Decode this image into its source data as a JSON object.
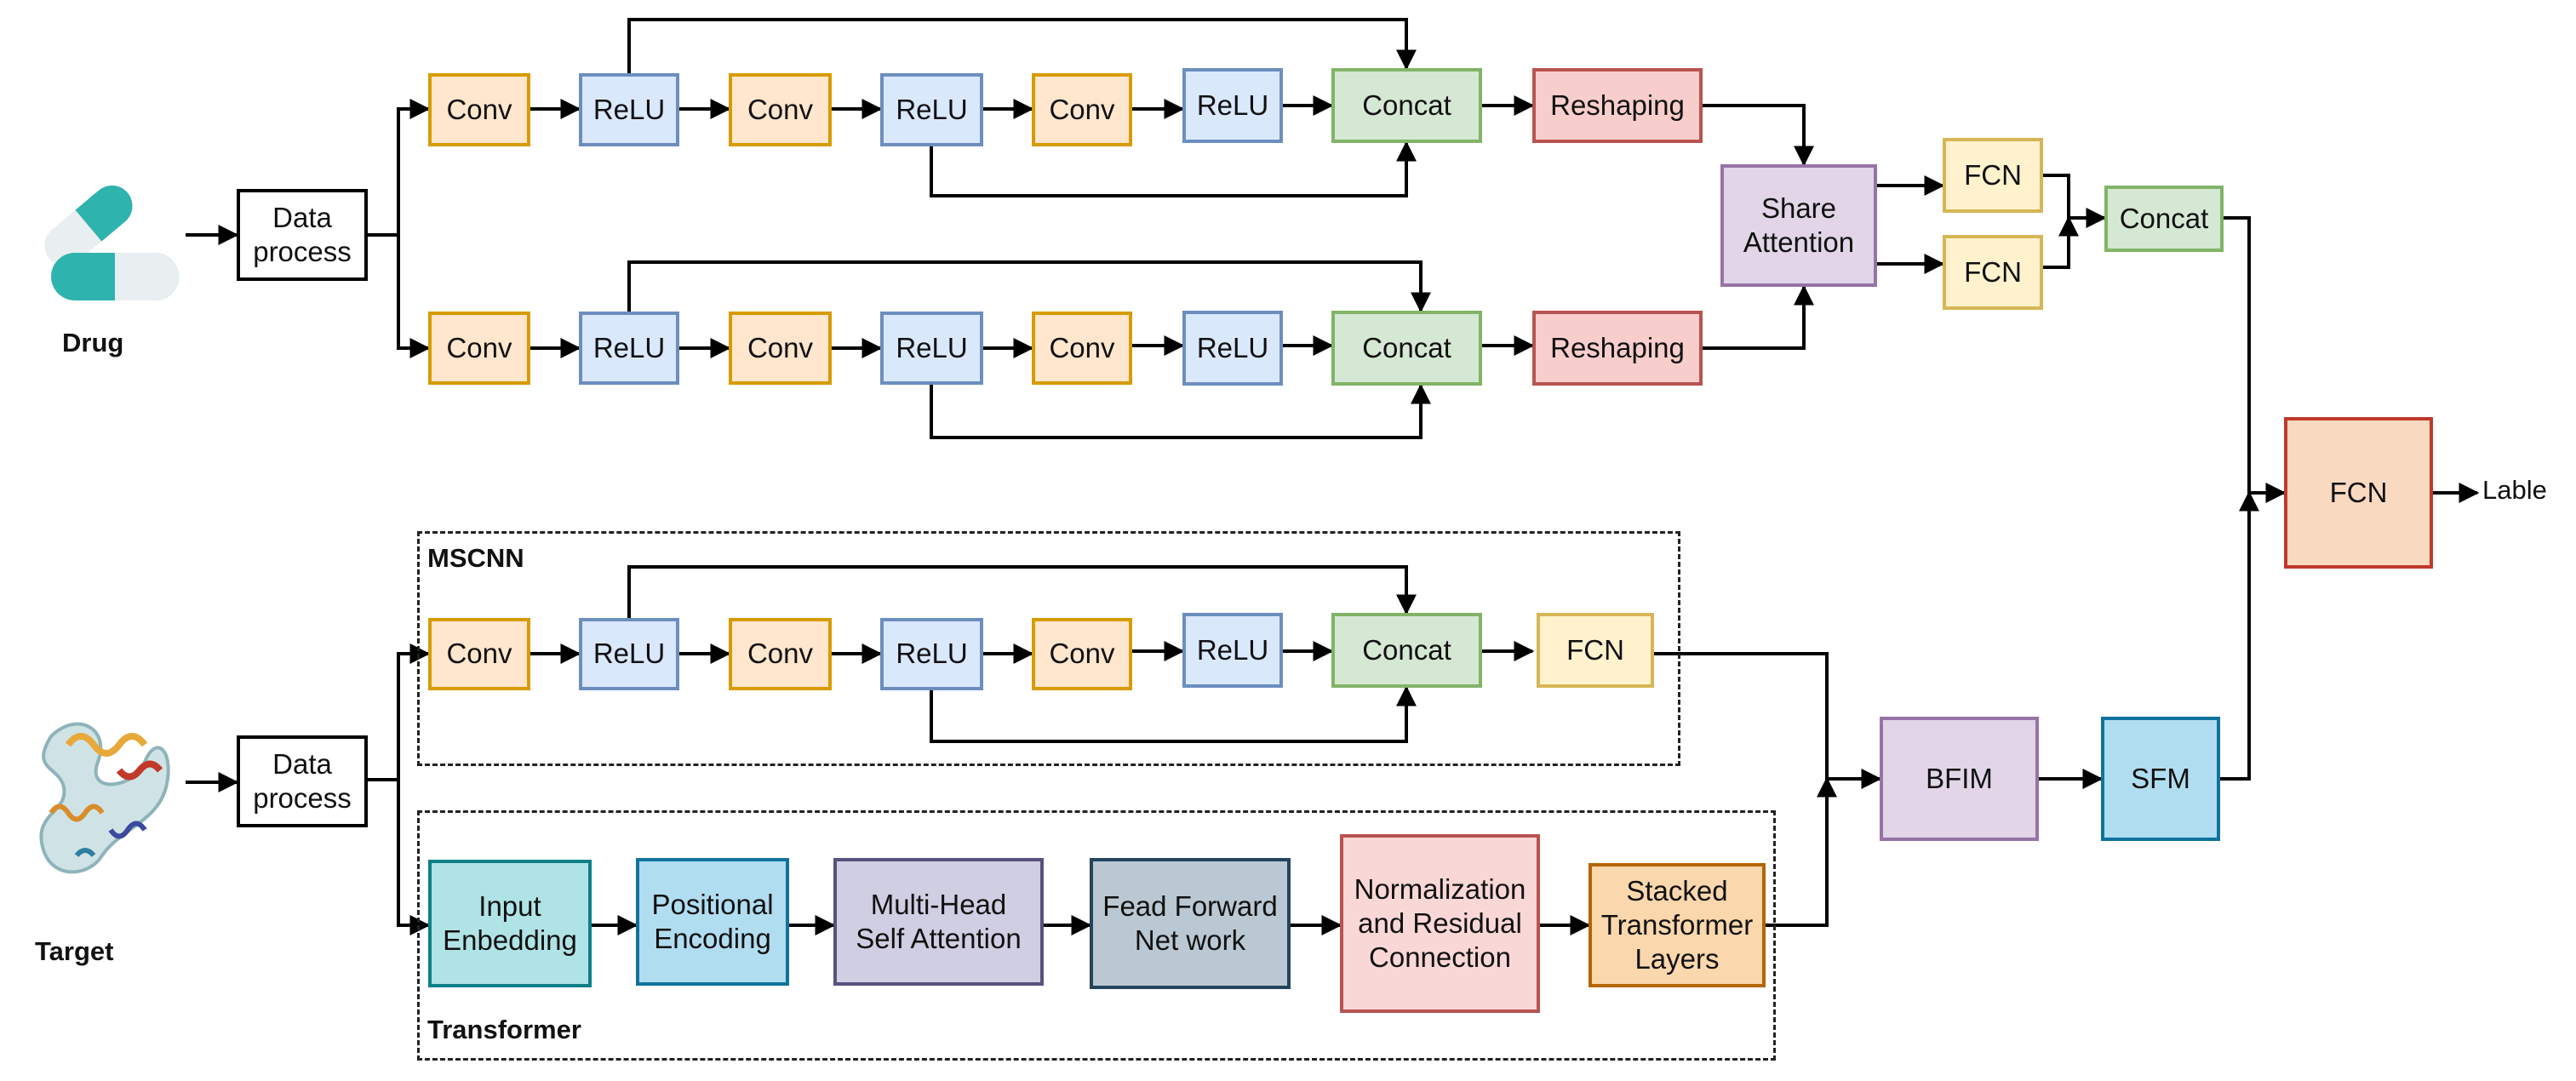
{
  "inputs": {
    "drug_label": "Drug",
    "target_label": "Target"
  },
  "drug_branch": {
    "data_process": "Data\nprocess",
    "row1": {
      "conv1": "Conv",
      "relu1": "ReLU",
      "conv2": "Conv",
      "relu2": "ReLU",
      "conv3": "Conv",
      "relu3": "ReLU",
      "concat": "Concat",
      "reshape": "Reshaping"
    },
    "row2": {
      "conv1": "Conv",
      "relu1": "ReLU",
      "conv2": "Conv",
      "relu2": "ReLU",
      "conv3": "Conv",
      "relu3": "ReLU",
      "concat": "Concat",
      "reshape": "Reshaping"
    },
    "share_attention": "Share\nAttention",
    "fcn_top": "FCN",
    "fcn_bottom": "FCN",
    "concat_out": "Concat"
  },
  "target_branch": {
    "data_process": "Data\nprocess",
    "mscnn": {
      "title": "MSCNN",
      "conv1": "Conv",
      "relu1": "ReLU",
      "conv2": "Conv",
      "relu2": "ReLU",
      "conv3": "Conv",
      "relu3": "ReLU",
      "concat": "Concat",
      "fcn": "FCN"
    },
    "transformer": {
      "title": "Transformer",
      "input_embedding": "Input\nEnbedding",
      "positional_encoding": "Positional\nEncoding",
      "multi_head": "Multi-Head\nSelf Attention",
      "feed_forward": "Fead Forward\nNet work",
      "normalization": "Normalization\nand Residual\nConnection",
      "stacked": "Stacked\nTransformer\nLayers"
    }
  },
  "fusion": {
    "bfim": "BFIM",
    "sfm": "SFM",
    "fcn_final": "FCN",
    "output_label": "Lable"
  }
}
